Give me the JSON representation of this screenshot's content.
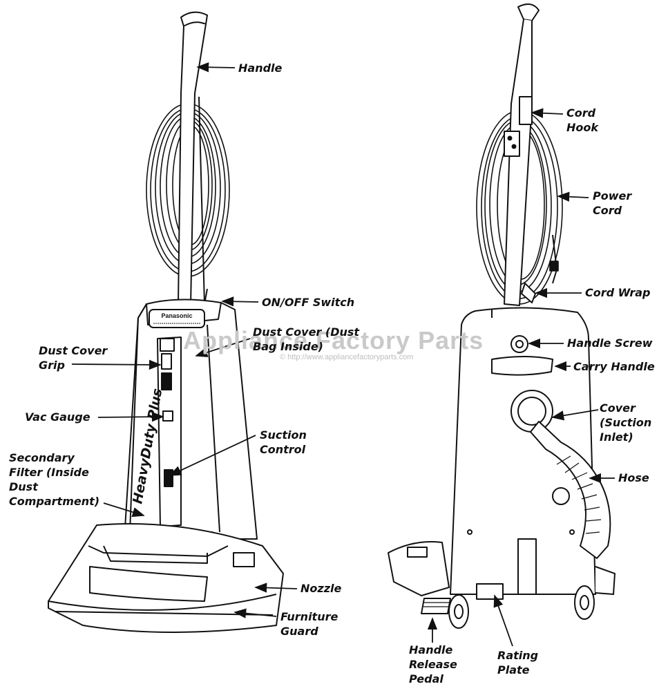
{
  "watermark": {
    "text": "Appliance Factory Parts",
    "url": "© http://www.appliancefactoryparts.com"
  },
  "vacuum_front": {
    "brand_plate": "Panasonic",
    "model_badge": "HeavyDuty Plus",
    "labels": {
      "handle": "Handle",
      "on_off_switch": "ON/OFF Switch",
      "dust_cover": "Dust Cover (Dust\nBag Inside)",
      "dust_cover_grip": "Dust Cover\nGrip",
      "vac_gauge": "Vac Gauge",
      "suction_control": "Suction\nControl",
      "secondary_filter": "Secondary\nFilter (Inside\nDust\nCompartment)",
      "nozzle": "Nozzle",
      "furniture_guard": "Furniture\nGuard"
    }
  },
  "vacuum_back": {
    "labels": {
      "cord_hook": "Cord\nHook",
      "power_cord": "Power\nCord",
      "cord_wrap": "Cord Wrap",
      "handle_screw": "Handle Screw",
      "carry_handle": "Carry Handle",
      "cover_suction_inlet": "Cover\n(Suction\nInlet)",
      "hose": "Hose",
      "handle_release_pedal": "Handle\nRelease\nPedal",
      "rating_plate": "Rating\nPlate"
    }
  },
  "colors": {
    "ink": "#111111",
    "watermark": "#c9c9c9",
    "background": "#ffffff"
  }
}
